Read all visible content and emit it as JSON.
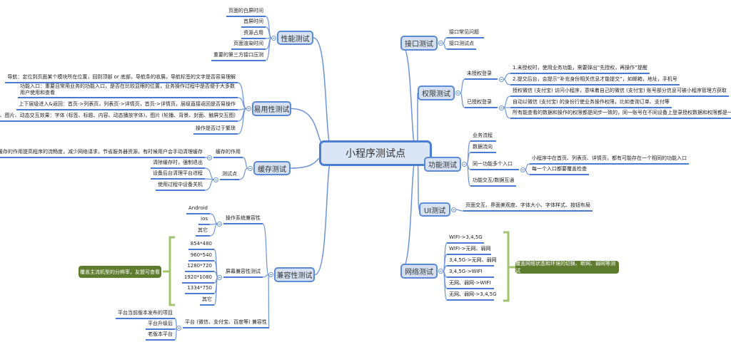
{
  "central": "小程序测试点",
  "performance": {
    "title": "性能测试",
    "items": [
      "页面的白屏时间",
      "首屏时间",
      "资源占用",
      "页面渲染时间",
      "重要的第三方接口压测"
    ]
  },
  "usability": {
    "title": "易用性测试",
    "items": [
      "导航：定位到页面某个模块所在位置，回到顶部 or 底部，导航条的收展，导航标签的文字是否容易理解",
      "功能入口：重要且常用业务的功能入口，是否在比较显眼的位置，业务操作过程中是否便于大多数用户使用和查看",
      "上下层级进入&返回：首页->列表页，列表页->详情页，首页->详情页，层级直接返回是否易操作",
      "字体、图片、动态交互效果：字体 (标签、标题、内容、动态播放字体)，图片 (轮播、背景、封面、触屏交互图)",
      "操作是否过于繁琐"
    ]
  },
  "cache": {
    "title": "缓存测试",
    "role_label": "缓存的作用",
    "role_text": "缓存的作用提高程序的流畅度，减少网络请求，节省服务器资源，有时候用户会手动清理缓存",
    "points_label": "测试点",
    "points": [
      "清除缓存时，强制退出",
      "设备后台清理平台进程",
      "使用过程中设备关机"
    ]
  },
  "compat": {
    "title": "兼容性测试",
    "os_label": "操作系统兼容性",
    "os": [
      "Android",
      "ios",
      "其它"
    ],
    "screen_label": "屏幕兼容性测试",
    "screens": [
      "854*480",
      "960*540",
      "1280*720",
      "1920*1080",
      "1334*750",
      "其它"
    ],
    "screen_note": "覆盖主流机型的分辨率，友盟可查看",
    "platform_label": "平台 (微信、支付宝、百度等) 兼容性",
    "platforms": [
      "平台当前版本发布的项目",
      "平台升级后",
      "老版本平台"
    ]
  },
  "api": {
    "title": "接口测试",
    "items": [
      "接口常见问题",
      "接口测试点"
    ]
  },
  "permission": {
    "title": "权限测试",
    "unauth_label": "未授权登录",
    "unauth": [
      "1.未授权时，使用业务功能，需要弹出“先授权，再操作”提醒",
      "2.提交后台，会提示“补充身份相关信息才能提交”，如邮箱，地址，手机号"
    ],
    "auth_label": "已授权登录",
    "auth": [
      "授权微信 (支付宝) 访问小程序，意味着自己的微信 (支付宝) 账号部分信息可被小程序管理方获取",
      "自动以微信 (支付宝) 的身份行使业务操作权限，比如查询订单、支付等",
      "所有能查看的数据和操作的权限都是同步一致的，同一账号在不同设备上登录授权数据和权限都是一致的"
    ]
  },
  "function": {
    "title": "功能测试",
    "items": [
      "业务流程",
      "数据流向",
      "同一功能多个入口",
      "功能交互/数据互通"
    ],
    "multi_entry": [
      "小程序中在首页、列表页、详情页，都有可能存在一个相同的功能入口",
      "每一个入口都要覆盖检查"
    ]
  },
  "ui": {
    "title": "UI测试",
    "items": [
      "页面交互、界面美观度、字体大小、字体样式、按钮布局"
    ]
  },
  "network": {
    "title": "网络测试",
    "items": [
      "WIFI->3,4,5G",
      "WIFI->无网、弱网",
      "3,4,5G->无网、弱网",
      "3,4,5G->WIFI",
      "无网、弱网->WIFI",
      "无网、弱网->3,4,5G"
    ],
    "note": "覆盖网络状态和环境的切换、断网、弱网等测试"
  },
  "colors": {
    "line": "#6d95d8",
    "underline": "#4a7bd0",
    "box": "#d5e1f2",
    "note": "#5e7c2e",
    "bracket": "#a3c46e"
  }
}
